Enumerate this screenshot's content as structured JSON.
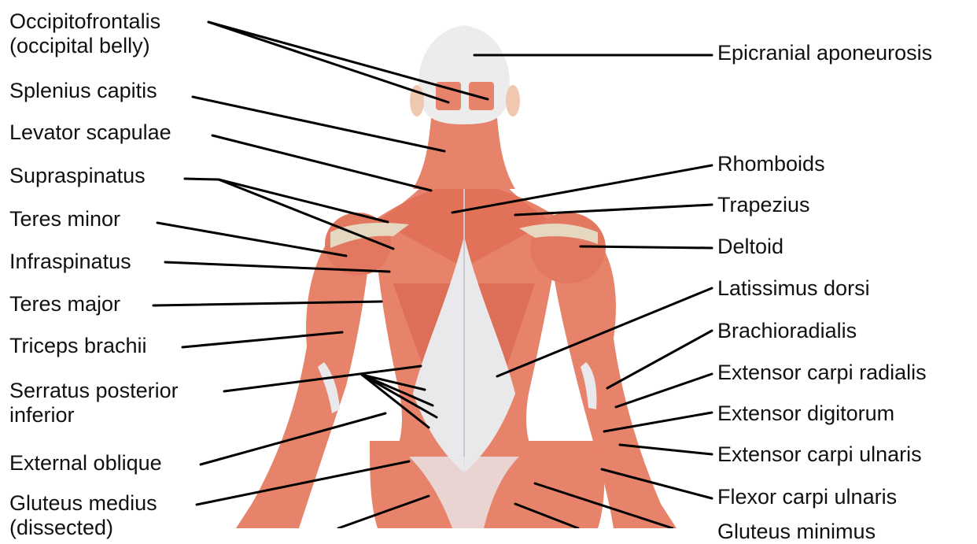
{
  "colors": {
    "muscle": "#e8836b",
    "muscle_dark": "#c9604a",
    "muscle_light": "#f2a08a",
    "tendon": "#e9e9ec",
    "skull": "#ececec",
    "bone": "#e6d8c0",
    "line": "#000000"
  },
  "left_labels": [
    "Occipitofrontalis\n(occipital belly)",
    "Splenius capitis",
    "Levator scapulae",
    "Supraspinatus",
    "Teres minor",
    "Infraspinatus",
    "Teres major",
    "Triceps brachii",
    "Serratus posterior\ninferior",
    "External oblique",
    "Gluteus medius\n(dissected)"
  ],
  "right_labels": [
    "Epicranial aponeurosis",
    "Rhomboids",
    "Trapezius",
    "Deltoid",
    "Latissimus dorsi",
    "Brachioradialis",
    "Extensor carpi radialis",
    "Extensor digitorum",
    "Extensor carpi ulnaris",
    "Flexor carpi ulnaris",
    "Gluteus minimus"
  ]
}
